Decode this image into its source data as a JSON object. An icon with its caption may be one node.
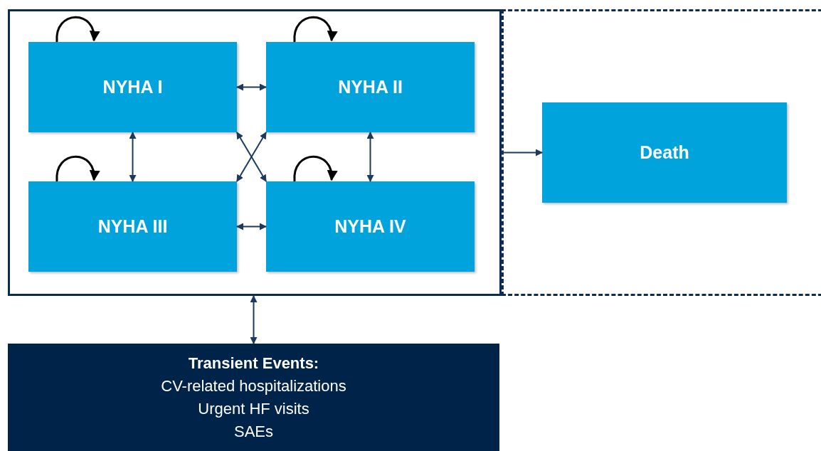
{
  "diagram": {
    "nodes": [
      {
        "text": [],
        "shape": "box"
      },
      {
        "text": [
          "NYHA I"
        ],
        "in": 0
      },
      {
        "text": [
          "NYHA II"
        ],
        "in": 0
      },
      {
        "text": [
          "NYHA III"
        ],
        "in": 0
      },
      {
        "text": [
          "NYHA IV"
        ],
        "in": 0
      },
      {
        "text": [],
        "shape": "box"
      },
      {
        "text": [
          "Death"
        ],
        "in": 5
      },
      {
        "text": [
          "Transient Events:",
          "CV-related hospitalizations",
          "Urgent HF visits",
          "SAEs"
        ]
      }
    ],
    "edges": [
      {
        "from": 1,
        "to": 1,
        "arrow": "to",
        "color": "#000000"
      },
      {
        "from": 2,
        "to": 2,
        "arrow": "to",
        "color": "#000000"
      },
      {
        "from": 3,
        "to": 3,
        "arrow": "to",
        "color": "#000000"
      },
      {
        "from": 4,
        "to": 4,
        "arrow": "to",
        "color": "#000000"
      },
      {
        "from": 1,
        "to": 2,
        "arrow": "both"
      },
      {
        "from": 1,
        "to": 3,
        "arrow": "both"
      },
      {
        "from": 2,
        "to": 4,
        "arrow": "both"
      },
      {
        "from": 1,
        "to": 4,
        "arrow": "both"
      },
      {
        "from": 2,
        "to": 3,
        "arrow": "both"
      },
      {
        "from": 3,
        "to": 4,
        "arrow": "both"
      },
      {
        "from": 0,
        "to": 6,
        "arrow": "to"
      },
      {
        "from": 0,
        "to": 7,
        "arrow": "both"
      }
    ]
  }
}
